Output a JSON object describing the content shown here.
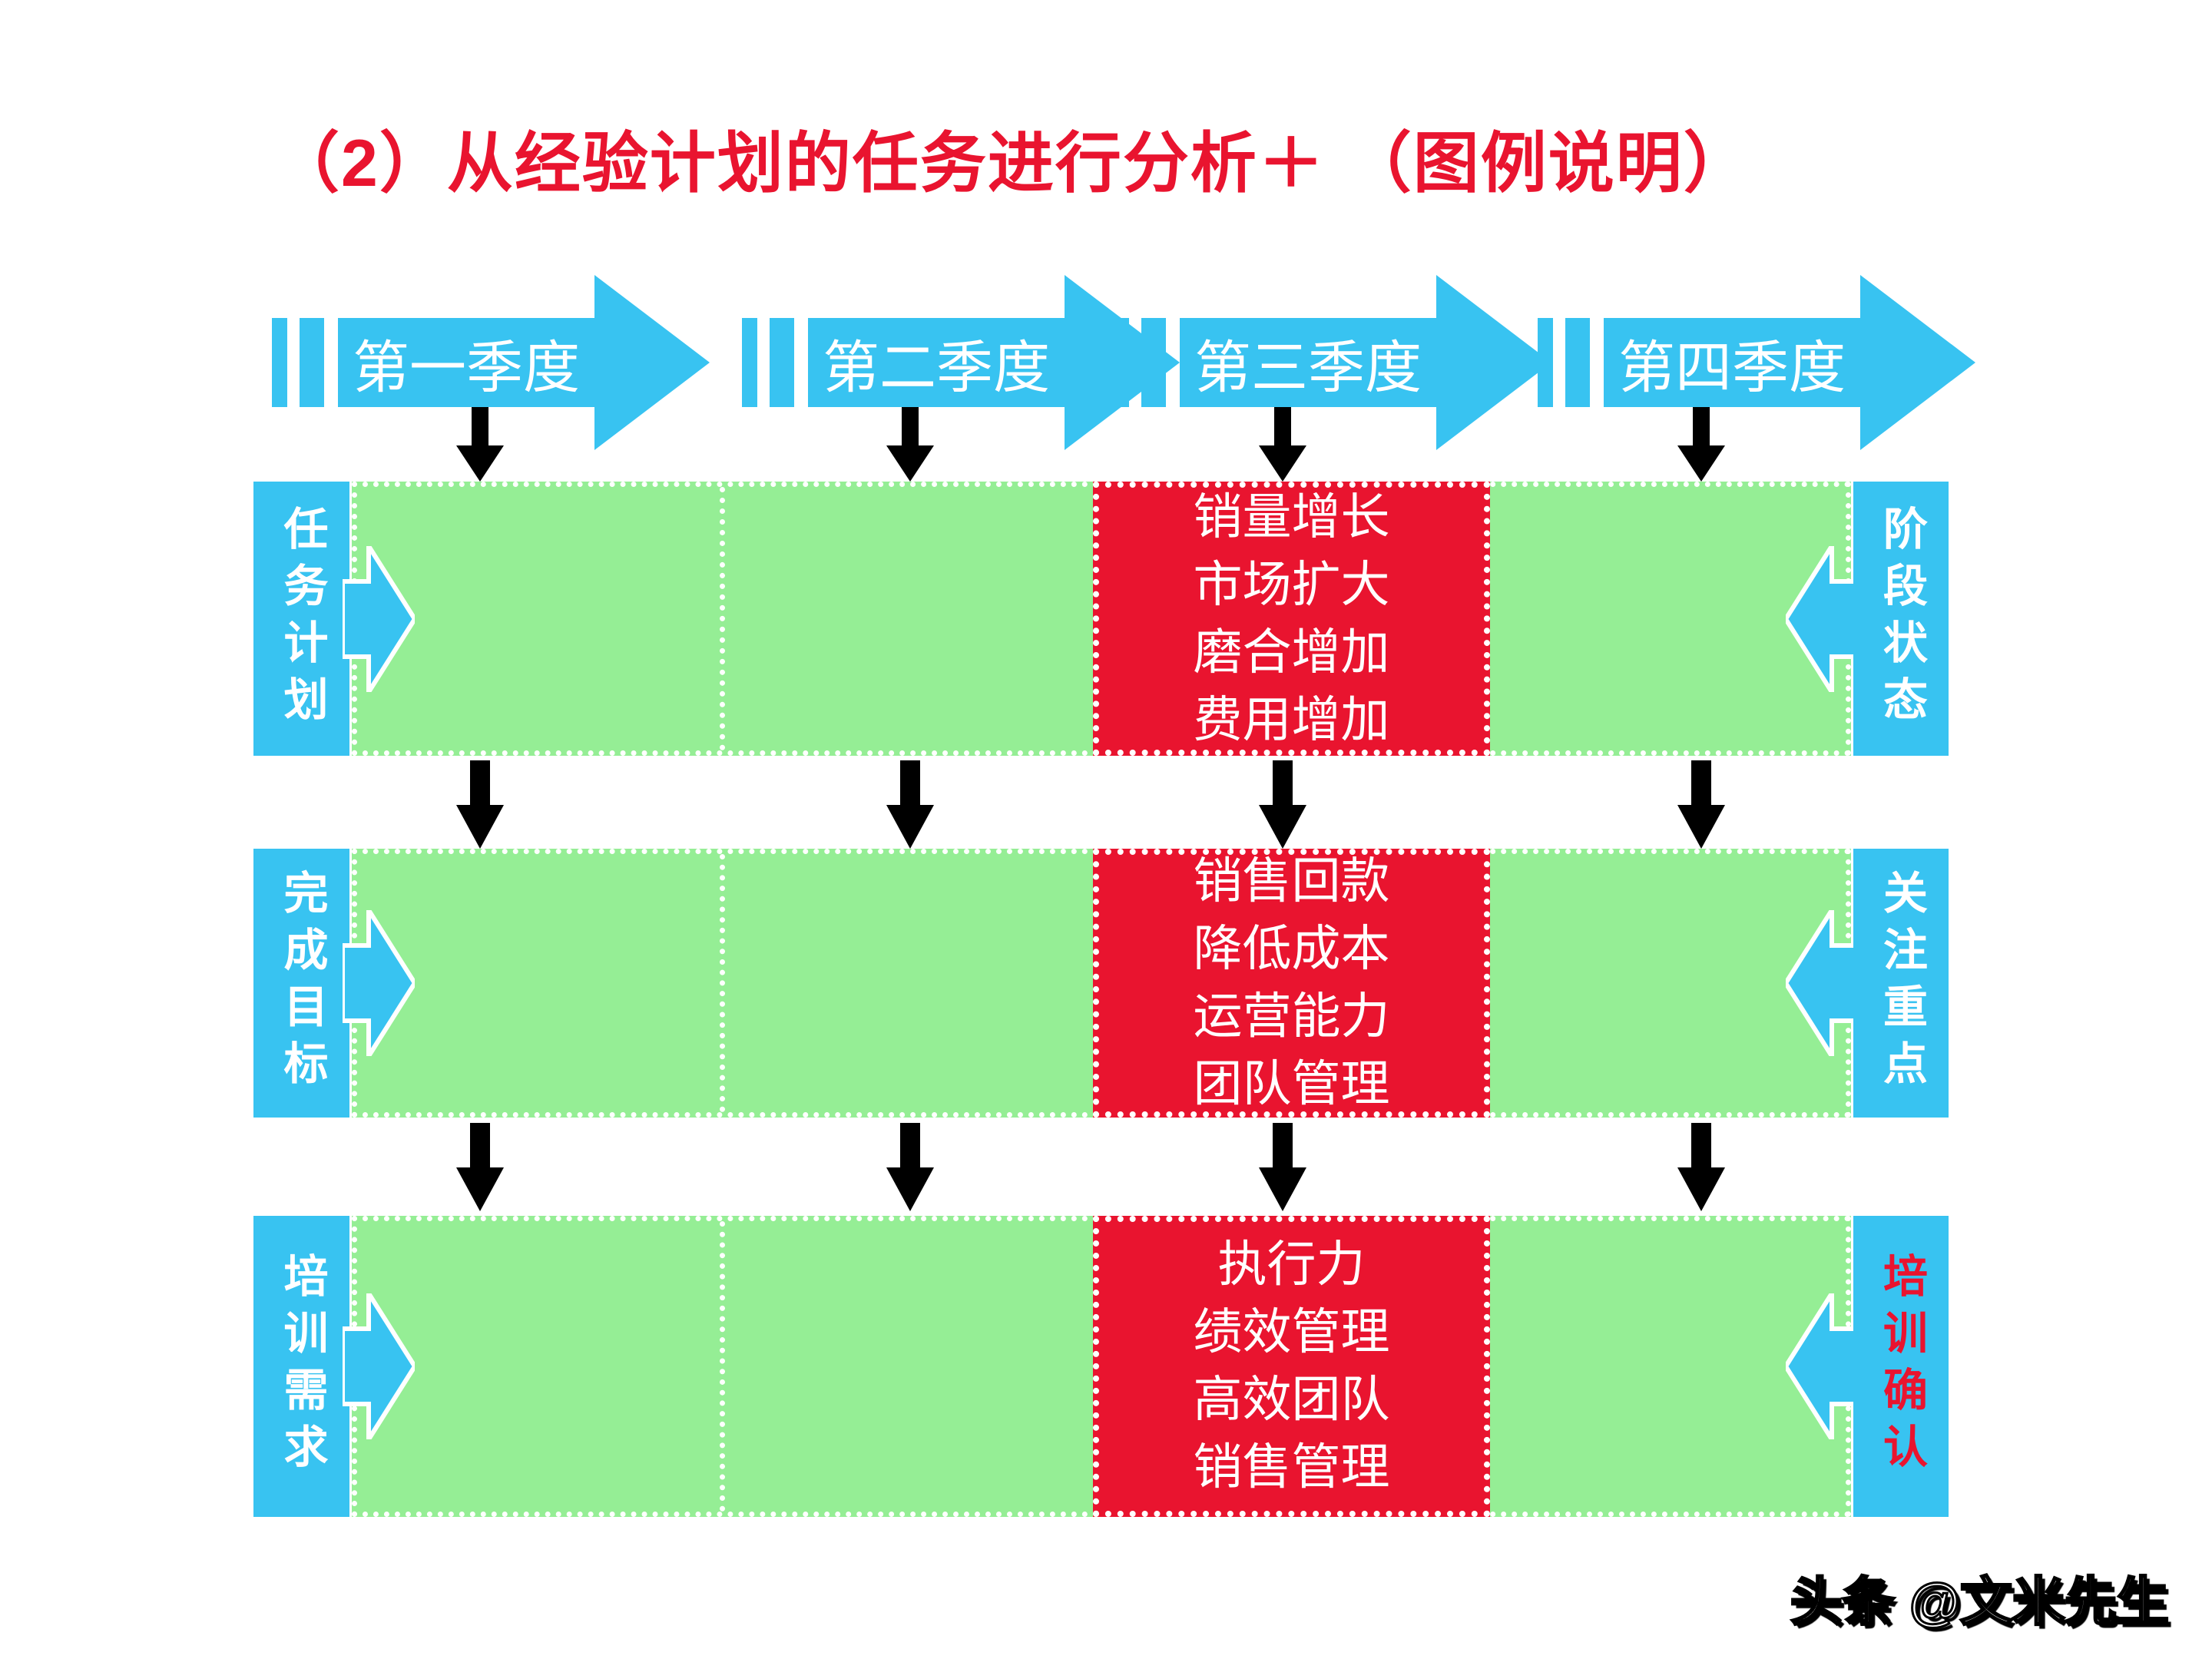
{
  "title": "（2）从经验计划的任务进行分析＋ （图例说明）",
  "quarters": [
    "第一季度",
    "第二季度",
    "第三季度",
    "第四季度"
  ],
  "rows": [
    {
      "left_label": "任务计划",
      "right_label": "阶段状态",
      "red_items": [
        "销量增长",
        "市场扩大",
        "磨合增加",
        "费用增加"
      ]
    },
    {
      "left_label": "完成目标",
      "right_label": "关注重点",
      "red_items": [
        "销售回款",
        "降低成本",
        "运营能力",
        "团队管理"
      ]
    },
    {
      "left_label": "培训需求",
      "right_label": "培训确认",
      "red_items": [
        "执行力",
        "绩效管理",
        "高效团队",
        "销售管理"
      ]
    }
  ],
  "watermark": "头条 @文米先生",
  "colors": {
    "blue": "#38C3F1",
    "green": "#95EE95",
    "red": "#E9142F",
    "arrow_black": "#000000",
    "text_on_blue": "#ffffff",
    "text_on_red": "#ffffff"
  }
}
